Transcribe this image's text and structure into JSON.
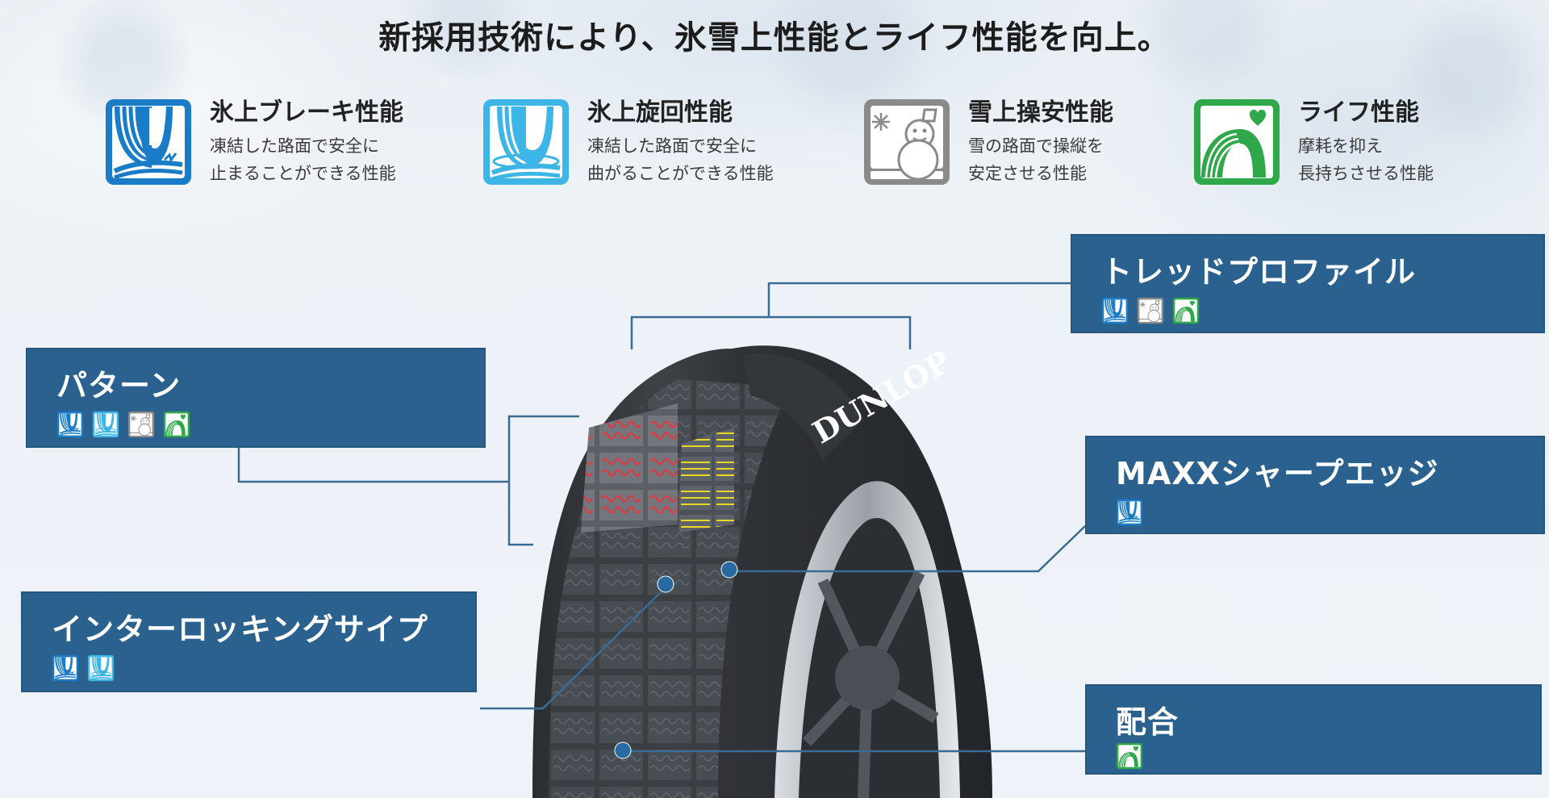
{
  "headline": "新採用技術により、氷雪上性能とライフ性能を向上。",
  "colors": {
    "callout_bg": "#2a618e",
    "ice_brake_blue": "#1a7cc7",
    "ice_turn_cyan": "#3db5e6",
    "snow_gray": "#8a8a8a",
    "life_green": "#2fa84a",
    "connector_line": "#3a6c93",
    "pattern_red": "#e8343a",
    "pattern_yellow": "#e8d823"
  },
  "features": [
    {
      "icon": "ice-braking-icon",
      "title": "氷上ブレーキ性能",
      "desc_line1": "凍結した路面で安全に",
      "desc_line2": "止まることができる性能"
    },
    {
      "icon": "ice-cornering-icon",
      "title": "氷上旋回性能",
      "desc_line1": "凍結した路面で安全に",
      "desc_line2": "曲がることができる性能"
    },
    {
      "icon": "snow-handling-icon",
      "title": "雪上操安性能",
      "desc_line1": "雪の路面で操縦を",
      "desc_line2": "安定させる性能"
    },
    {
      "icon": "tire-life-icon",
      "title": "ライフ性能",
      "desc_line1": "摩耗を抑え",
      "desc_line2": "長持ちさせる性能"
    }
  ],
  "callouts": {
    "tread_profile": {
      "title": "トレッドプロファイル",
      "icons": [
        "ice-braking-icon",
        "snow-handling-icon",
        "tire-life-icon"
      ]
    },
    "pattern": {
      "title": "パターン",
      "icons": [
        "ice-braking-icon",
        "ice-cornering-icon",
        "snow-handling-icon",
        "tire-life-icon"
      ]
    },
    "maxx_sharp_edge": {
      "title": "MAXXシャープエッジ",
      "icons": [
        "ice-braking-icon"
      ]
    },
    "interlocking_sipe": {
      "title": "インターロッキングサイプ",
      "icons": [
        "ice-braking-icon",
        "ice-cornering-icon"
      ]
    },
    "compound": {
      "title": "配合",
      "icons": [
        "tire-life-icon"
      ]
    }
  },
  "tire": {
    "brand_text": "DUNLOP"
  }
}
